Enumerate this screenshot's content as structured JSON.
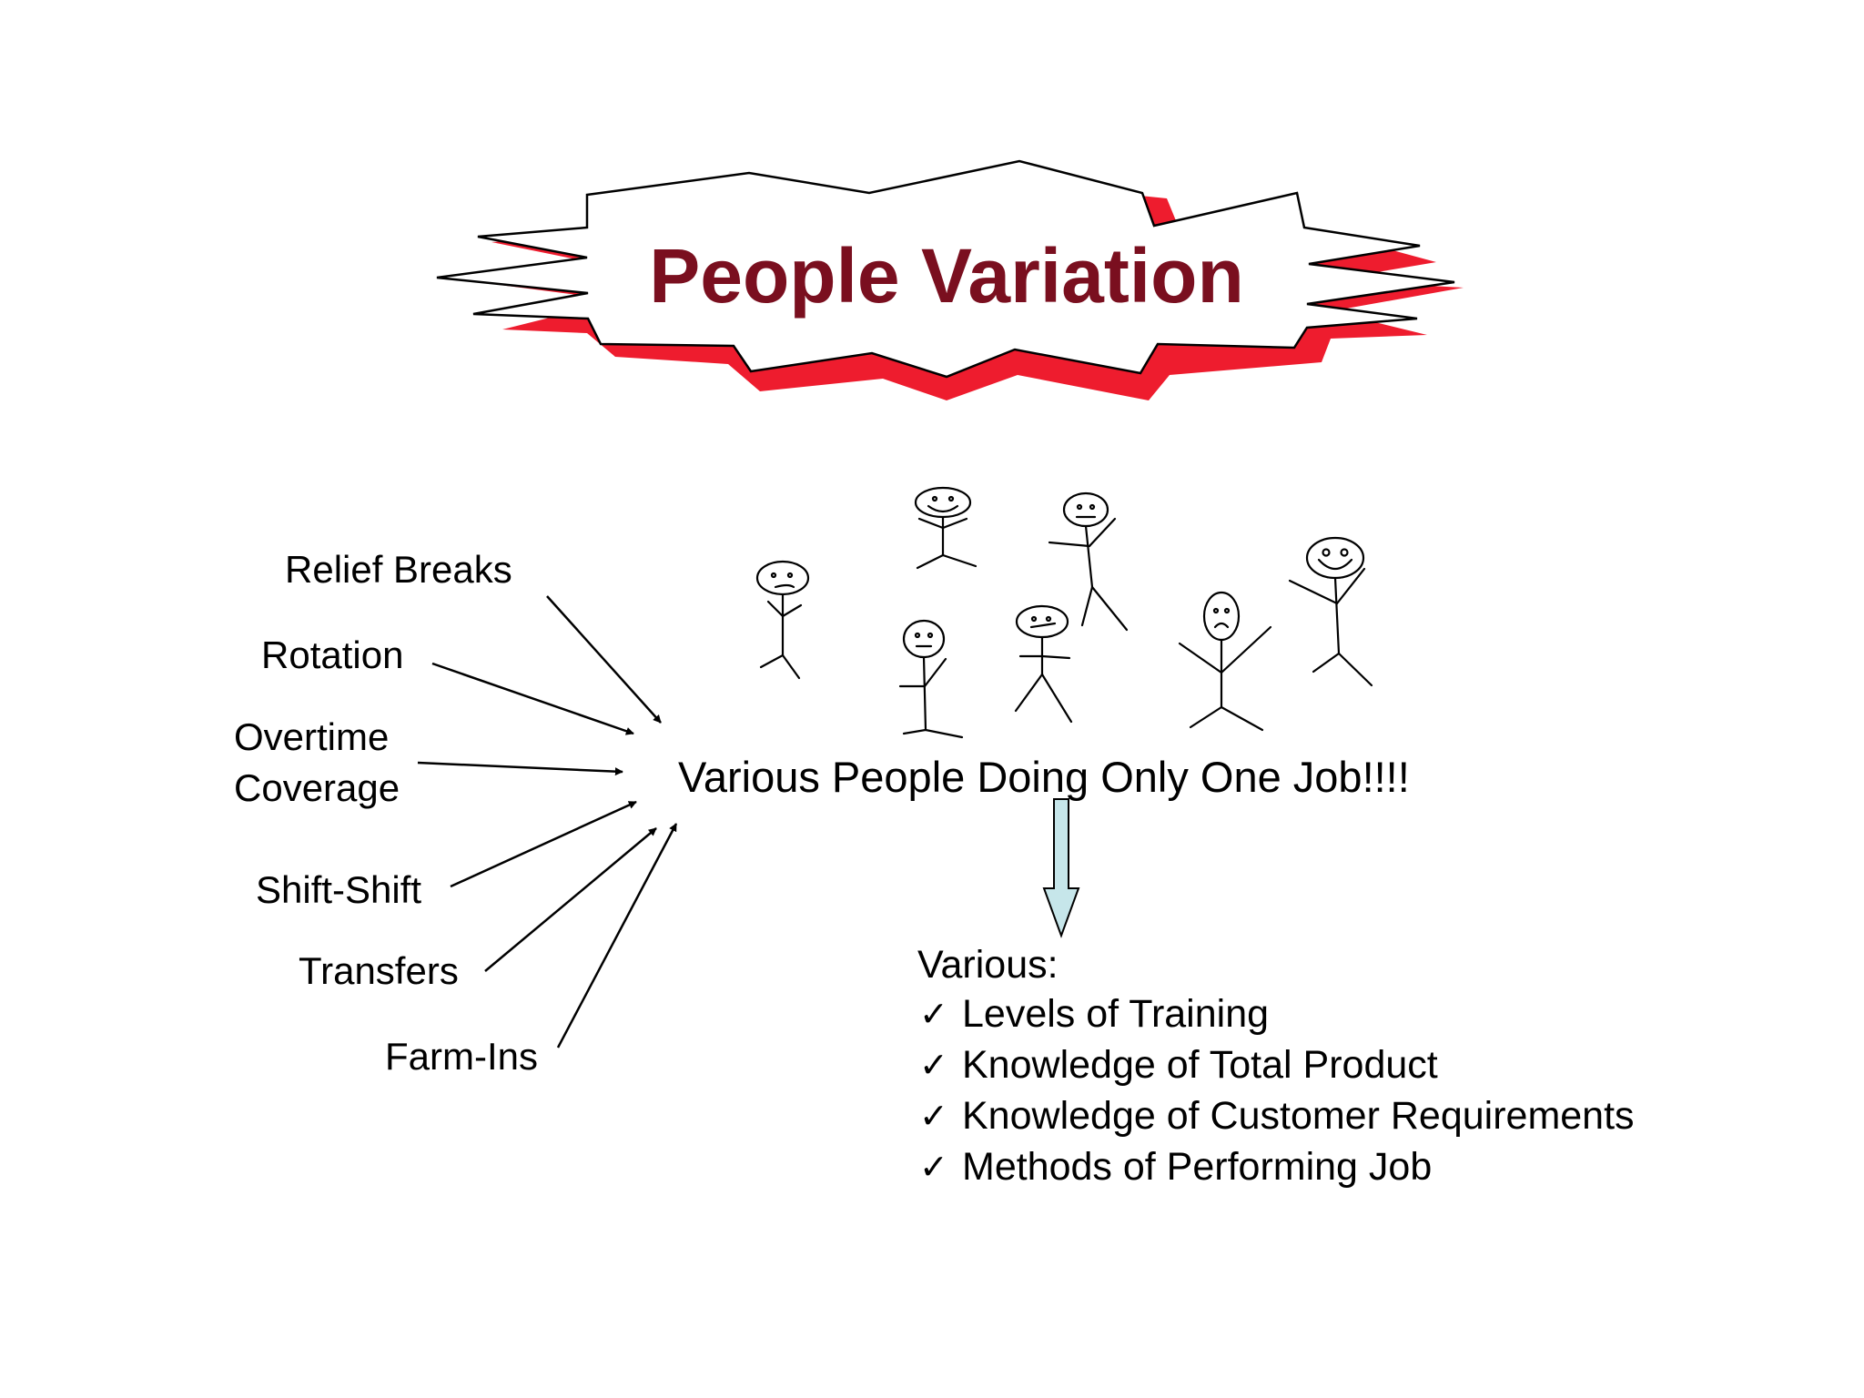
{
  "title": "People Variation",
  "central_statement": "Various People Doing Only One Job!!!!",
  "sources": [
    {
      "label": "Relief Breaks"
    },
    {
      "label": "Rotation"
    },
    {
      "label": "Overtime",
      "label2": "Coverage"
    },
    {
      "label": "Shift-Shift"
    },
    {
      "label": "Transfers"
    },
    {
      "label": "Farm-Ins"
    }
  ],
  "outcome": {
    "heading": "Various:",
    "check_symbol": "✓",
    "items": [
      "Levels of Training",
      "Knowledge of Total Product",
      "Knowledge of Customer Requirements",
      "Methods of Performing Job"
    ]
  },
  "colors": {
    "title": "#7a0f1f",
    "burst_shadow": "#ee1c2e",
    "burst_fill": "#ffffff",
    "burst_outline": "#000000",
    "down_arrow_fill": "#c6e6ea",
    "down_arrow_stroke": "#000000",
    "line": "#000000"
  },
  "icons": [
    "starburst-banner",
    "stick-figure",
    "down-arrow",
    "checkmark"
  ]
}
